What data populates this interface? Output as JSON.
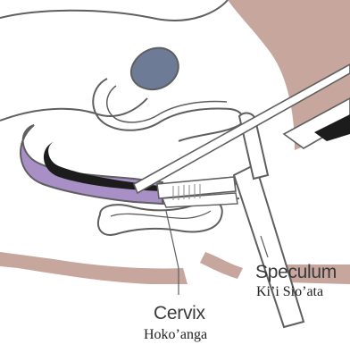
{
  "labels": {
    "speculum_en": "Speculum",
    "speculum_to": "Ki’i Sio’ata",
    "cervix_en": "Cervix",
    "cervix_to": "Hoko’anga"
  },
  "colors": {
    "tissue": "#c7a69d",
    "uterus": "#a890c7",
    "bladder": "#6d7b96",
    "instrument_dark": "#1c1c1c",
    "outline": "#5f5f5f",
    "background": "#ffffff"
  }
}
